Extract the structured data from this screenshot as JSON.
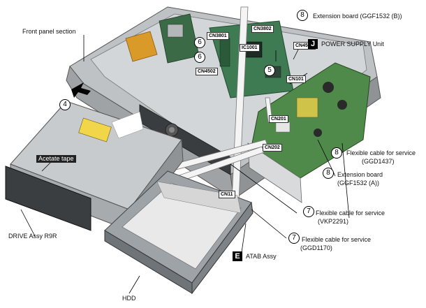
{
  "labels": {
    "front_panel": "Front panel section",
    "acetate_tape": "Acetate tape",
    "drive_assy": "DRIVE Assy R9R",
    "hdd": "HDD",
    "atab_assy": "ATAB Assy",
    "power_supply": "POWER SUPPLY Unit",
    "ext_board_b": "Extension board (GGF1532 (B))",
    "flex_cable_1": "Flexible cable for service",
    "flex_cable_1_part": "(GGD1437)",
    "ext_board_a": "Extension board",
    "ext_board_a_part": "(GGF1532 (A))",
    "flex_cable_2": "Flexible cable for service",
    "flex_cable_2_part": "(VKP2291)",
    "flex_cable_3": "Flexible cable for service",
    "flex_cable_3_part": "(GGD1170)"
  },
  "connectors": {
    "cn3801": "CN3801",
    "cn3802": "CN3802",
    "ic1001": "IC1001",
    "cn4501": "CN4501",
    "cn4502": "CN4502",
    "cn101": "CN101",
    "cn201": "CN201",
    "cn202": "CN202",
    "cn11": "CN11"
  },
  "markers": {
    "step4": "4",
    "step5": "5",
    "step6a": "6",
    "step6b": "6",
    "step7a": "7",
    "step7b": "7",
    "step8a": "8",
    "step8b": "8",
    "step8c": "8",
    "letter_j": "J",
    "letter_e": "E"
  }
}
